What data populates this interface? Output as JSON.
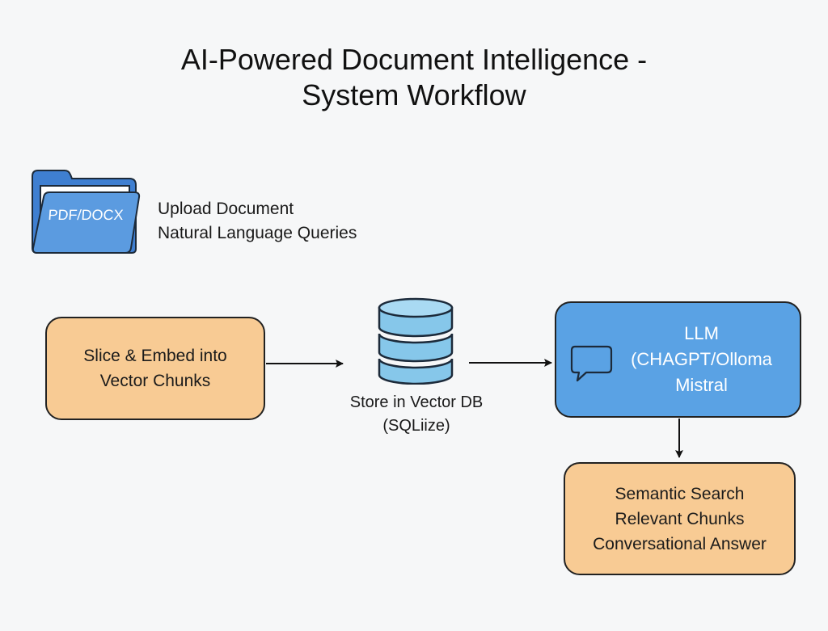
{
  "title": {
    "line1": "AI-Powered Document Intelligence -",
    "line2": "System Workflow"
  },
  "upload": {
    "folder_label": "PDF/DOCX",
    "line1": "Upload Document",
    "line2": "Natural Language Queries",
    "icon": "folder-icon"
  },
  "slice": {
    "line1": "Slice & Embed into",
    "line2": "Vector Chunks"
  },
  "store": {
    "line1": "Store in Vector DB",
    "line2": "(SQLiize)",
    "icon": "database-icon"
  },
  "llm": {
    "line1": "LLM",
    "line2": "(CHAGPT/Olloma",
    "line3": "Mistral",
    "icon": "chat-bubble-icon"
  },
  "semantic": {
    "line1": "Semantic Search",
    "line2": "Relevant Chunks",
    "line3": "Conversational Answer"
  },
  "colors": {
    "orange_fill": "#f8cb94",
    "blue_fill": "#5aa2e4",
    "db_fill": "#86c7ea",
    "folder_fill": "#5b9be0",
    "stroke": "#222222",
    "background": "#f6f7f8"
  },
  "flow": [
    {
      "from": "slice",
      "to": "store"
    },
    {
      "from": "store",
      "to": "llm"
    },
    {
      "from": "llm",
      "to": "semantic"
    }
  ]
}
